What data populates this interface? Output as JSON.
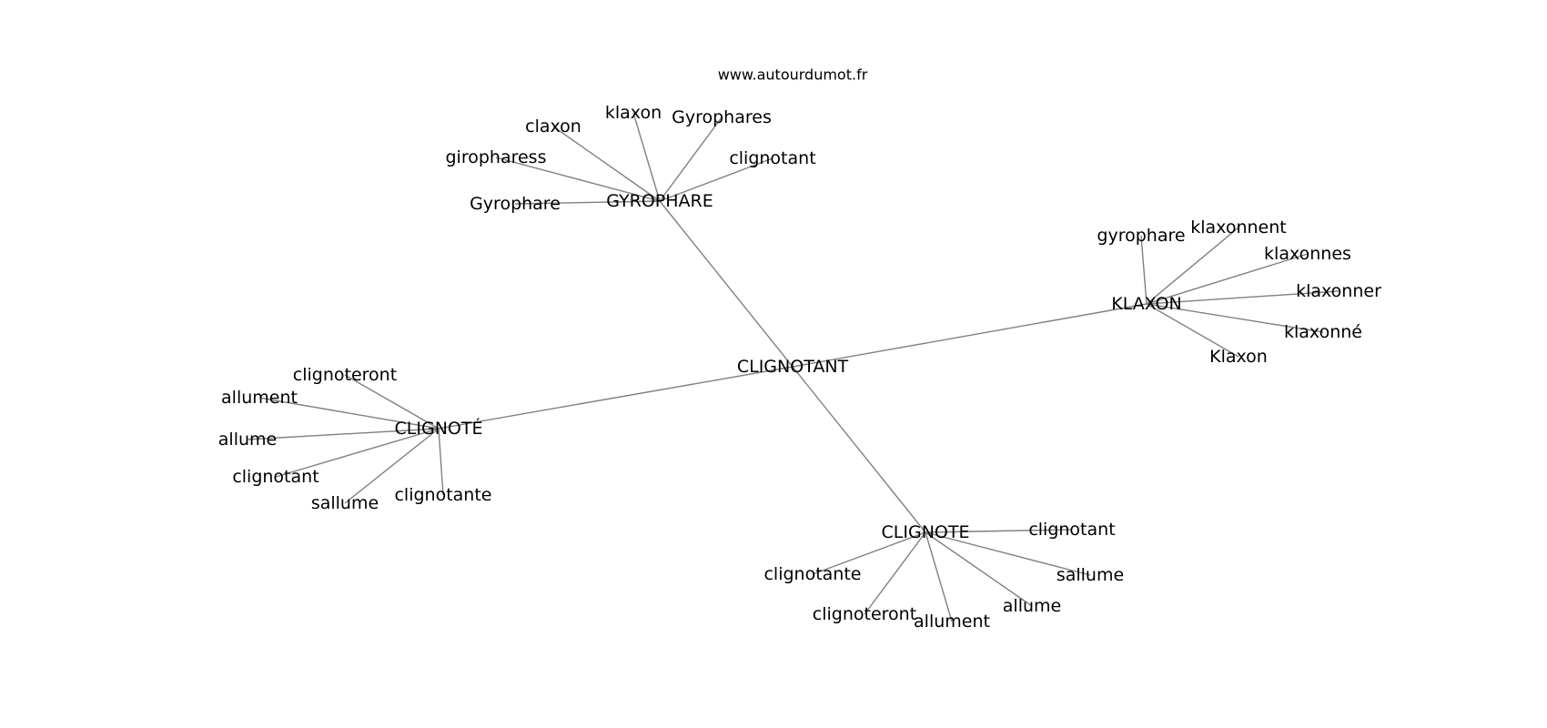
{
  "site": "www.autourdumot.fr",
  "nodes": {
    "center": "CLIGNOTANT",
    "gyrophare": "GYROPHARE",
    "klaxon": "KLAXON",
    "clignote_accent": "CLIGNOTÉ",
    "clignote": "CLIGNOTE",
    "g_claxon": "claxon",
    "g_klaxon": "klaxon",
    "g_gyrophares": "Gyrophares",
    "g_clignotant": "clignotant",
    "g_giropharess": "giropharess",
    "g_gyrophare": "Gyrophare",
    "k_gyrophare": "gyrophare",
    "k_klaxonnent": "klaxonnent",
    "k_klaxonnes": "klaxonnes",
    "k_klaxonner": "klaxonner",
    "k_klaxonne": "klaxonné",
    "k_klaxon": "Klaxon",
    "ce_clignoteront": "clignoteront",
    "ce_allument": "allument",
    "ce_allume": "allume",
    "ce_clignotant": "clignotant",
    "ce_sallume": "sallume",
    "ce_clignotante": "clignotante",
    "c_clignotant": "clignotant",
    "c_clignotante": "clignotante",
    "c_sallume": "sallume",
    "c_allume": "allume",
    "c_clignoteront": "clignoteront",
    "c_allument": "allument"
  }
}
